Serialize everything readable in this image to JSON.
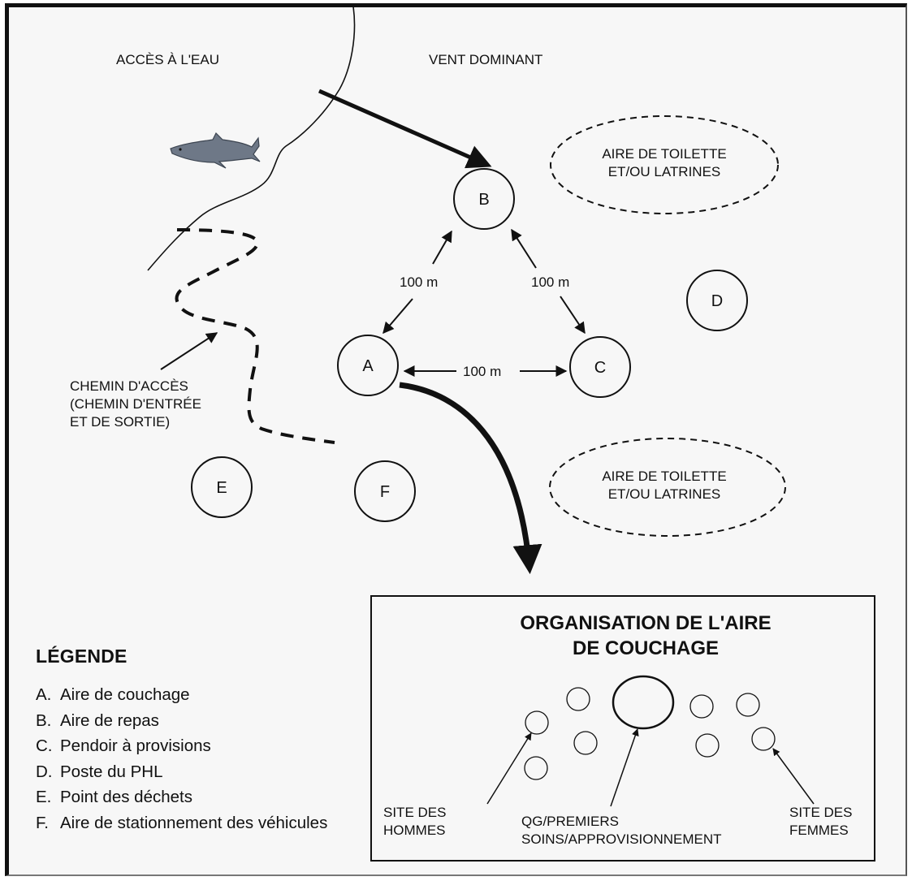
{
  "labels": {
    "water_access": "ACCÈS À L'EAU",
    "prevailing_wind": "VENT DOMINANT",
    "toilet_area_top": [
      "AIRE DE TOILETTE",
      "ET/OU LATRINES"
    ],
    "toilet_area_bottom": [
      "AIRE DE TOILETTE",
      "ET/OU LATRINES"
    ],
    "distance_ab": "100 m",
    "distance_bc": "100 m",
    "distance_ac": "100 m",
    "access_path": [
      "CHEMIN D'ACCÈS",
      "(CHEMIN D'ENTRÉE",
      "ET DE SORTIE)"
    ]
  },
  "nodes": {
    "a": "A",
    "b": "B",
    "c": "C",
    "d": "D",
    "e": "E",
    "f": "F"
  },
  "sleeping_area": {
    "title": [
      "ORGANISATION DE L'AIRE",
      "DE COUCHAGE"
    ],
    "men_site": [
      "SITE DES",
      "HOMMES"
    ],
    "hq": [
      "QG/PREMIERS",
      "SOINS/APPROVISIONNEMENT"
    ],
    "women_site": [
      "SITE DES",
      "FEMMES"
    ]
  },
  "legend": {
    "title": "LÉGENDE",
    "items": [
      {
        "key": "A.",
        "text": "Aire de couchage"
      },
      {
        "key": "B.",
        "text": "Aire de repas"
      },
      {
        "key": "C.",
        "text": "Pendoir à provisions"
      },
      {
        "key": "D.",
        "text": "Poste du PHL"
      },
      {
        "key": "E.",
        "text": "Point des déchets"
      },
      {
        "key": "F.",
        "text": "Aire de stationnement des véhicules"
      }
    ]
  },
  "icons": {
    "shark": "shark-icon"
  }
}
